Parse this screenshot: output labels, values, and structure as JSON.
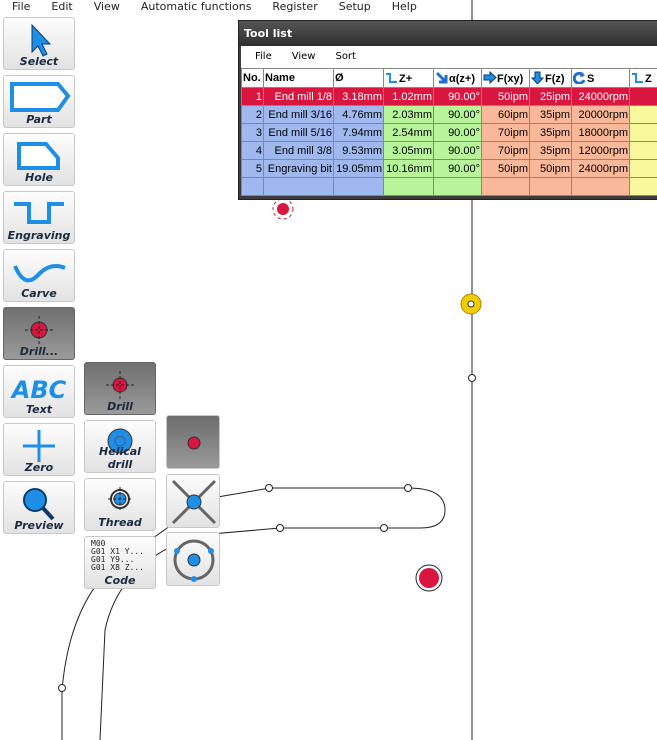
{
  "menubar": [
    "File",
    "Edit",
    "View",
    "Automatic functions",
    "Register",
    "Setup",
    "Help"
  ],
  "toolbar": [
    {
      "id": "select",
      "label": "Select",
      "icon": "cursor-arrow-icon"
    },
    {
      "id": "part",
      "label": "Part",
      "icon": "part-shape-icon"
    },
    {
      "id": "hole",
      "label": "Hole",
      "icon": "hole-shape-icon"
    },
    {
      "id": "engraving",
      "label": "Engraving",
      "icon": "engraving-icon"
    },
    {
      "id": "carve",
      "label": "Carve",
      "icon": "carve-icon"
    },
    {
      "id": "drill",
      "label": "Drill...",
      "icon": "drill-crosshair-icon"
    },
    {
      "id": "text",
      "label": "Text",
      "icon": "abc-text-icon"
    },
    {
      "id": "zero",
      "label": "Zero",
      "icon": "plus-cross-icon"
    },
    {
      "id": "preview",
      "label": "Preview",
      "icon": "magnifier-icon"
    }
  ],
  "drill_submenu": [
    {
      "label": "Drill"
    },
    {
      "label": "Helical drill"
    },
    {
      "label": "Thread"
    },
    {
      "label": "Code",
      "code_lines": [
        "M00",
        "G01 X1 Y...",
        "G01 Y9...",
        "G01 X8 Z..."
      ]
    }
  ],
  "tool_list": {
    "title": "Tool list",
    "menu": [
      "File",
      "View",
      "Sort"
    ],
    "columns": [
      "No.",
      "Name",
      "Ø",
      "Z+",
      "α(z+)",
      "F(xy)",
      "F(z)",
      "S",
      "Z"
    ],
    "rows": [
      [
        "1",
        "End mill 1/8",
        "3.18mm",
        "1.02mm",
        "90.00°",
        "50ipm",
        "25ipm",
        "24000rpm",
        ""
      ],
      [
        "2",
        "End mill 3/16",
        "4.76mm",
        "2.03mm",
        "90.00°",
        "60ipm",
        "35ipm",
        "20000rpm",
        ""
      ],
      [
        "3",
        "End mill 5/16",
        "7.94mm",
        "2.54mm",
        "90.00°",
        "70ipm",
        "35ipm",
        "18000rpm",
        ""
      ],
      [
        "4",
        "End mill 3/8",
        "9.53mm",
        "3.05mm",
        "90.00°",
        "70ipm",
        "35ipm",
        "12000rpm",
        ""
      ],
      [
        "5",
        "Engraving bit",
        "19.05mm",
        "10.16mm",
        "90.00°",
        "50ipm",
        "50ipm",
        "24000rpm",
        ""
      ]
    ],
    "selected_row": 1
  }
}
